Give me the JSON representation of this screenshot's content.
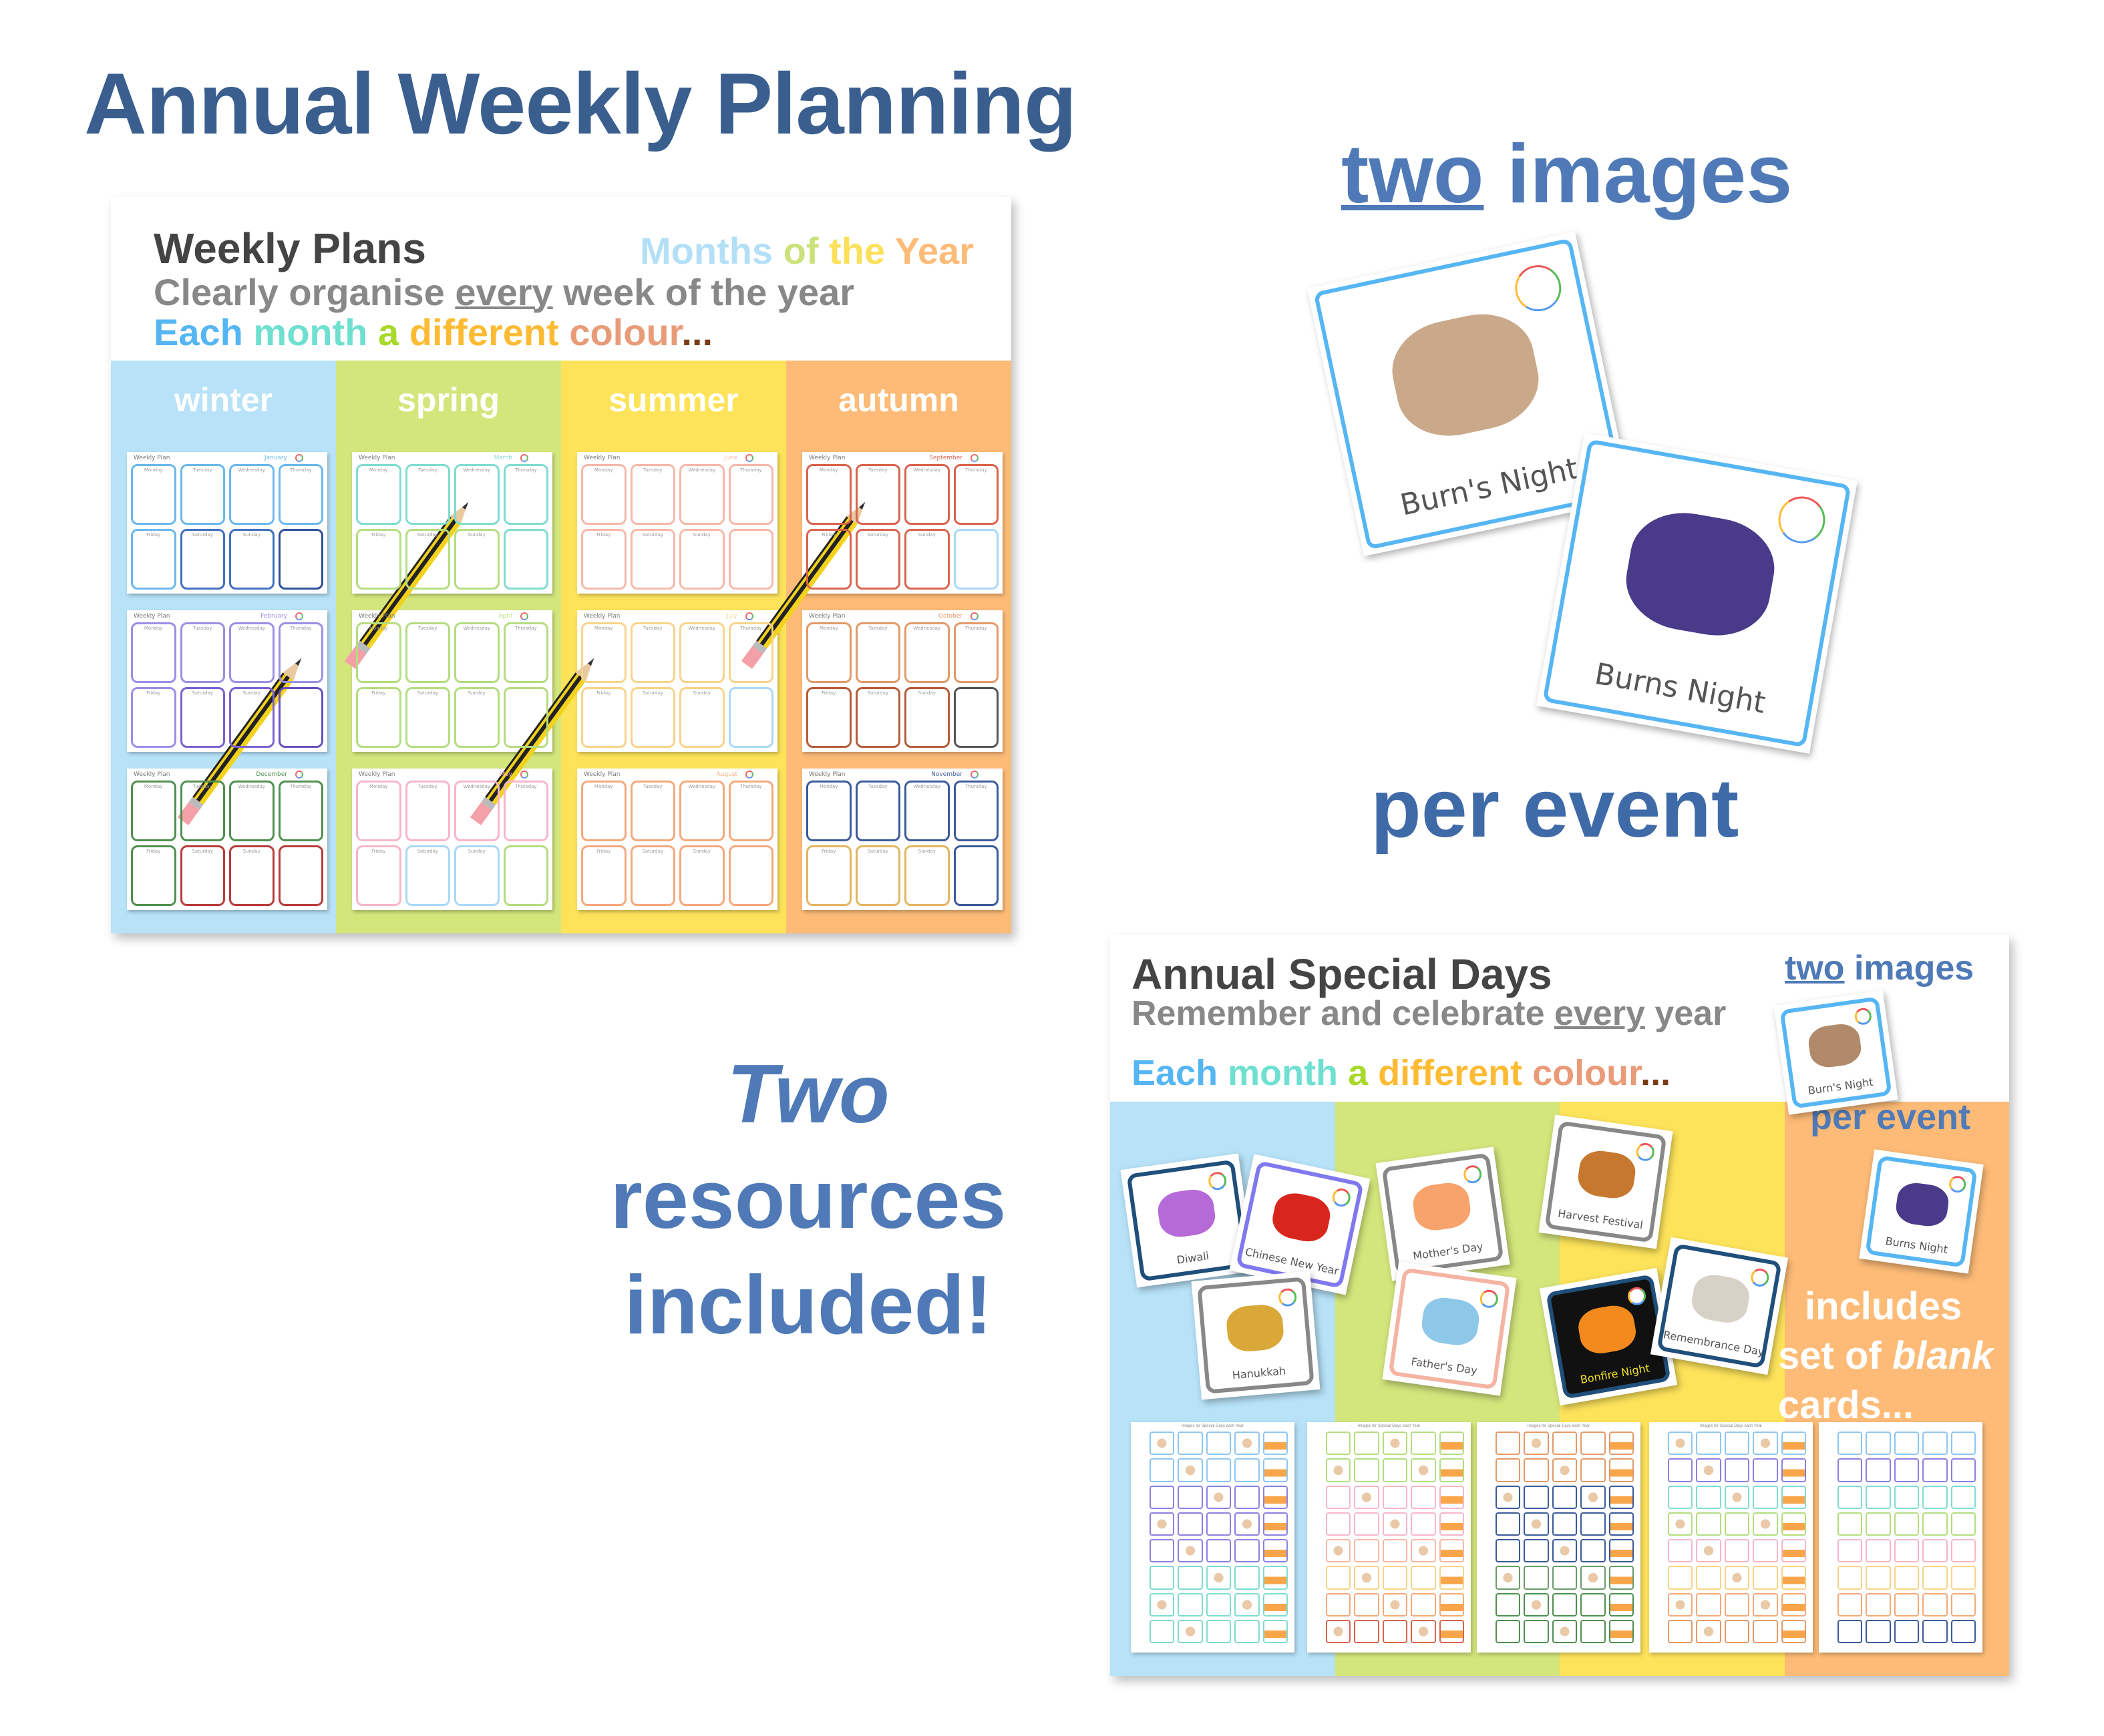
{
  "title": "Annual Weekly Planning",
  "weekly_panel": {
    "heading": "Weekly Plans",
    "months_label": [
      {
        "text": "Months",
        "color": "#b3e0f7"
      },
      {
        "text": "of",
        "color": "#cbe27a"
      },
      {
        "text": "the",
        "color": "#fde05a"
      },
      {
        "text": "Year",
        "color": "#fdbb78"
      }
    ],
    "subtitle_before": "Clearly organise",
    "subtitle_emph": "every",
    "subtitle_after": "week of the year",
    "colour_line": [
      {
        "text": "Each",
        "color": "#56b6f3"
      },
      {
        "text": "month",
        "color": "#6fe0d0"
      },
      {
        "text": "a",
        "color": "#a8d92b"
      },
      {
        "text": "different",
        "color": "#fdbb33"
      },
      {
        "text": "colour",
        "color": "#e99b78"
      },
      {
        "text": "...",
        "color": "#7a3b16"
      }
    ],
    "seasons": [
      {
        "label": "winter",
        "color": "#b7e2f8"
      },
      {
        "label": "spring",
        "color": "#d3e67c"
      },
      {
        "label": "summer",
        "color": "#fde35a"
      },
      {
        "label": "autumn",
        "color": "#fdbb77"
      }
    ],
    "sheet_title": "Weekly Plan",
    "days": [
      "Monday",
      "Tuesday",
      "Wednesday",
      "Thursday",
      "Friday",
      "Saturday",
      "Sunday",
      ""
    ],
    "sheets": [
      [
        {
          "month": "January",
          "colors": [
            "#6bb7ee",
            "#6bb7ee",
            "#6bb7ee",
            "#6bb7ee",
            "#6bb7ee",
            "#3f6fc0",
            "#3f6fc0",
            "#2c4f9a"
          ]
        },
        {
          "month": "February",
          "colors": [
            "#9b8fe6",
            "#9b8fe6",
            "#9b8fe6",
            "#9b8fe6",
            "#9b8fe6",
            "#7a62d0",
            "#7a62d0",
            "#6a50c0"
          ]
        },
        {
          "month": "December",
          "colors": [
            "#4f8f4f",
            "#4f8f4f",
            "#4f8f4f",
            "#4f8f4f",
            "#4f8f4f",
            "#b83b3b",
            "#b83b3b",
            "#b83b3b"
          ]
        }
      ],
      [
        {
          "month": "March",
          "colors": [
            "#7fdcd0",
            "#7fdcd0",
            "#7fdcd0",
            "#7fdcd0",
            "#b4dd7f",
            "#b4dd7f",
            "#b4dd7f",
            "#7fdcd0"
          ]
        },
        {
          "month": "April",
          "colors": [
            "#b4dd7f",
            "#b4dd7f",
            "#b4dd7f",
            "#b4dd7f",
            "#b4dd7f",
            "#b4dd7f",
            "#b4dd7f",
            "#b4dd7f"
          ]
        },
        {
          "month": "May",
          "colors": [
            "#f6b6c8",
            "#f6b6c8",
            "#f6b6c8",
            "#f6b6c8",
            "#f6b6c8",
            "#a9d8f6",
            "#a9d8f6",
            "#b4dd7f"
          ]
        }
      ],
      [
        {
          "month": "June",
          "colors": [
            "#f6b8a8",
            "#f6b8a8",
            "#f6b8a8",
            "#f6b8a8",
            "#f6b8a8",
            "#f6b8a8",
            "#f6b8a8",
            "#f6b8a8"
          ]
        },
        {
          "month": "July",
          "colors": [
            "#f7d48a",
            "#f7d48a",
            "#f7d48a",
            "#f7d48a",
            "#f7d48a",
            "#f7d48a",
            "#f7d48a",
            "#a9d8f6"
          ]
        },
        {
          "month": "August",
          "colors": [
            "#f3a97b",
            "#f3a97b",
            "#f3a97b",
            "#f3a97b",
            "#f3a97b",
            "#f3a97b",
            "#f3a97b",
            "#f3a97b"
          ]
        }
      ],
      [
        {
          "month": "September",
          "colors": [
            "#d9634d",
            "#d9634d",
            "#d9634d",
            "#d9634d",
            "#d9634d",
            "#d9634d",
            "#d9634d",
            "#a9d8f6"
          ]
        },
        {
          "month": "October",
          "colors": [
            "#e39968",
            "#e39968",
            "#e39968",
            "#e39968",
            "#b85a3a",
            "#b85a3a",
            "#b85a3a",
            "#555555"
          ]
        },
        {
          "month": "November",
          "colors": [
            "#3a5a9a",
            "#3a5a9a",
            "#3a5a9a",
            "#3a5a9a",
            "#e3b560",
            "#e3b560",
            "#e3b560",
            "#3a5a9a"
          ]
        }
      ]
    ]
  },
  "right_promo": {
    "two": "two",
    "images": "images",
    "per_event": "per event",
    "cards": [
      {
        "label": "Burn's Night",
        "border": "#56b6f3"
      },
      {
        "label": "Burns Night",
        "border": "#56b6f3"
      }
    ]
  },
  "middle_promo": {
    "line1": "Two",
    "line2": "resources",
    "line3": "included!"
  },
  "special_panel": {
    "heading": "Annual Special Days",
    "subtitle_before": "Remember and celebrate",
    "subtitle_emph": "every",
    "subtitle_after": "year",
    "two": "two",
    "images": "images",
    "per_event": "per event",
    "includes_1": "includes",
    "includes_2": "set of",
    "includes_blank": "blank",
    "includes_3": "cards...",
    "cards": [
      {
        "label": "Diwali",
        "border": "#1f4f7a",
        "pic": "#b56ad8"
      },
      {
        "label": "Chinese New Year",
        "border": "#7f78ee",
        "pic": "#d9261c"
      },
      {
        "label": "Hanukkah",
        "border": "#888888",
        "pic": "#d9a838"
      },
      {
        "label": "Mother's Day",
        "border": "#888888",
        "pic": "#f7a36b"
      },
      {
        "label": "Father's Day",
        "border": "#f5b3a2",
        "pic": "#8ec8e8"
      },
      {
        "label": "Harvest Festival",
        "border": "#888888",
        "pic": "#c7782f"
      },
      {
        "label": "Bonfire Night",
        "border": "#1f4f7a",
        "pic": "#f28a1e"
      },
      {
        "label": "Remembrance Day",
        "border": "#1f4f7a",
        "pic": "#d7d2c8"
      },
      {
        "label": "Burn's Night",
        "border": "#56b6f3",
        "pic": "#b08a6a"
      },
      {
        "label": "Burns Night",
        "border": "#56b6f3",
        "pic": "#4a3a8a"
      }
    ],
    "sheet_title": "Images for Special Days each Year",
    "thumb_colors": [
      [
        "#8fc6f0",
        "#8fc6f0",
        "#8b80e2",
        "#8b80e2",
        "#8b80e2",
        "#7fdcd0",
        "#7fdcd0",
        "#7fdcd0"
      ],
      [
        "#b4dd7f",
        "#b4dd7f",
        "#f6b6c8",
        "#f6b6c8",
        "#f6b8a8",
        "#f7d48a",
        "#f3a97b",
        "#d9634d"
      ],
      [
        "#e39968",
        "#e39968",
        "#3a5a9a",
        "#3a5a9a",
        "#3a5a9a",
        "#6a9a6a",
        "#4f8f4f",
        "#4f8f4f"
      ],
      [
        "#8fc6f0",
        "#8b80e2",
        "#7fdcd0",
        "#b4dd7f",
        "#f6b6c8",
        "#f7d48a",
        "#f3a97b",
        "#e39968"
      ],
      [
        "#8fc6f0",
        "#8b80e2",
        "#7fdcd0",
        "#b4dd7f",
        "#f6b6c8",
        "#f7d48a",
        "#f3a97b",
        "#3a5a9a"
      ]
    ]
  }
}
